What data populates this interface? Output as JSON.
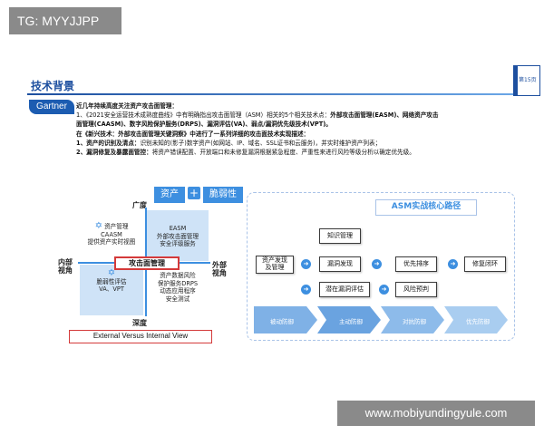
{
  "watermark_top": "TG: MYYJJPP",
  "watermark_bottom": "www.mobiyundingyule.com",
  "slide_title": "技术背景",
  "page_badge": "第15页",
  "gartner_label": "Gartner",
  "text": {
    "l1": "近几年持续高度关注资产攻击面管理：",
    "l2a": "1、《2021安全运营技术成熟度曲线》中有明确指出攻击面管理（ASM）相关的5个相关技术点：",
    "l2b": "外部攻击面管理(EASM)、网络资产攻击",
    "l3a": "面管理(CAASM)、数字风险保护服务(DRPS)、漏洞评估(VA)、弱点/漏洞优先级技术(VPT)。",
    "l4a": "在《新兴技术：外部攻击面管理关键洞察》中进行了一系列详细的攻击面技术实现描述：",
    "l5a": "1、资产的识别及清点：",
    "l5b": "识别未知的(影子)数字资产(如网站、IP、域名、SSL证书和云服务)，并实时维护资产列表；",
    "l6a": "2、漏洞修复及暴露面管控：",
    "l6b": "将资产错误配置、开放端口和未修复漏洞根据紧急程度、严重性来进行风险等级分析以确定优先级。"
  },
  "left_diagram": {
    "tag_asset": "资产",
    "tag_plus": "+",
    "tag_vuln": "脆弱性",
    "axis_top": "广度",
    "axis_bottom": "深度",
    "axis_left_1": "内部",
    "axis_left_2": "视角",
    "axis_right_1": "外部",
    "axis_right_2": "视角",
    "q_tl": [
      "资产管理",
      "CAASM",
      "提供资产实时视图"
    ],
    "q_tr": [
      "EASM",
      "外部攻击面管理",
      "安全评级服务"
    ],
    "q_bl": [
      "脆弱性评估",
      "VA、VPT"
    ],
    "q_br": [
      "资产数据风险",
      "保护服务DRPS",
      "动态应用程序",
      "安全测试"
    ],
    "center": "攻击面管理",
    "caption": "External Versus Internal View"
  },
  "right_diagram": {
    "title": "ASM实战核心路径",
    "nodes": {
      "knowledge": "知识管理",
      "discovery": [
        "资产发现",
        "及管理"
      ],
      "vuln_find": "漏洞发现",
      "priority": "优先排序",
      "repair": "修复闭环",
      "latent": "潜在漏洞评估",
      "risk": "风险预判"
    },
    "chevrons": [
      "被动防御",
      "主动防御",
      "对抗防御",
      "优先防御"
    ]
  },
  "colors": {
    "brand_blue": "#1d4f9f",
    "accent_blue": "#3d8fe0",
    "highlight_red": "#d43a3a"
  }
}
